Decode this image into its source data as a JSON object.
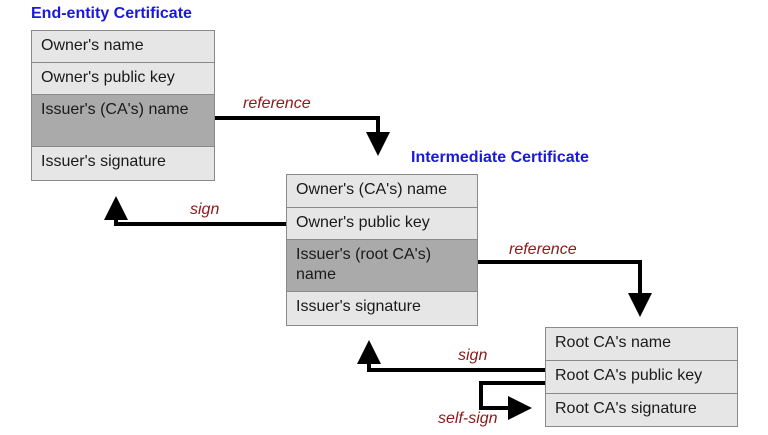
{
  "end_entity": {
    "title": "End-entity Certificate",
    "fields": [
      "Owner's name",
      "Owner's public key",
      "Issuer's (CA's) name",
      "Issuer's signature"
    ]
  },
  "intermediate": {
    "title": "Intermediate Certificate",
    "fields": [
      "Owner's (CA's) name",
      "Owner's public key",
      "Issuer's (root CA's) name",
      "Issuer's signature"
    ]
  },
  "root": {
    "fields": [
      "Root CA's name",
      "Root CA's public key",
      "Root CA's signature"
    ]
  },
  "labels": {
    "reference_1": "reference",
    "sign_1": "sign",
    "reference_2": "reference",
    "sign_2": "sign",
    "self_sign": "self-sign"
  },
  "colors": {
    "title": "#1a1ad6",
    "arrow_label": "#8b1a1a",
    "field_light": "#e6e6e6",
    "field_dark": "#aaaaaa",
    "arrow": "#000000"
  }
}
